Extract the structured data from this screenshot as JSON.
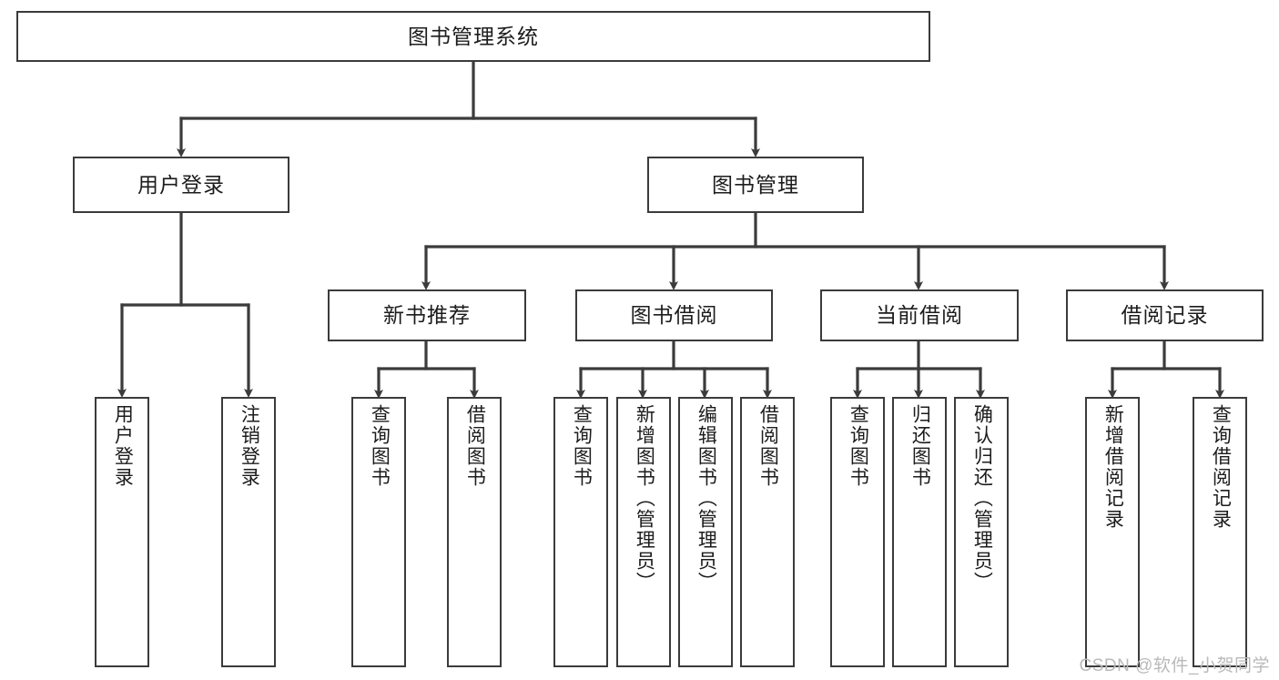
{
  "diagram": {
    "title": "图书管理系统",
    "type": "hierarchy-tree",
    "watermark": "CSDN @软件_小贺同学",
    "colors": {
      "background": "#ffffff",
      "node_border": "#3b3b3b",
      "node_fill": "#ffffff",
      "edge": "#3b3b3b",
      "text": "#1c1c1c",
      "watermark": "#b9b9b9"
    },
    "nodes": {
      "root": {
        "label": "图书管理系统"
      },
      "level2": [
        {
          "id": "user-login",
          "label": "用户登录"
        },
        {
          "id": "book-manage",
          "label": "图书管理"
        }
      ],
      "level3": [
        {
          "id": "new-book-recommend",
          "label": "新书推荐"
        },
        {
          "id": "book-borrow",
          "label": "图书借阅"
        },
        {
          "id": "current-borrow",
          "label": "当前借阅"
        },
        {
          "id": "borrow-record",
          "label": "借阅记录"
        }
      ],
      "leaves": {
        "user-login": [
          {
            "id": "leaf-user-login",
            "label": "用户登录"
          },
          {
            "id": "leaf-user-logout",
            "label": "注销登录"
          }
        ],
        "new-book-recommend": [
          {
            "id": "leaf-query-book-1",
            "label": "查询图书"
          },
          {
            "id": "leaf-borrow-book-1",
            "label": "借阅图书"
          }
        ],
        "book-borrow": [
          {
            "id": "leaf-query-book-2",
            "label": "查询图书"
          },
          {
            "id": "leaf-add-book",
            "label": "新增图书（管理员）"
          },
          {
            "id": "leaf-edit-book",
            "label": "编辑图书（管理员）"
          },
          {
            "id": "leaf-borrow-book-2",
            "label": "借阅图书"
          }
        ],
        "current-borrow": [
          {
            "id": "leaf-query-book-3",
            "label": "查询图书"
          },
          {
            "id": "leaf-return-book",
            "label": "归还图书"
          },
          {
            "id": "leaf-confirm-return",
            "label": "确认归还（管理员）"
          }
        ],
        "borrow-record": [
          {
            "id": "leaf-add-record",
            "label": "新增借阅记录"
          },
          {
            "id": "leaf-query-record",
            "label": "查询借阅记录"
          }
        ]
      }
    }
  }
}
